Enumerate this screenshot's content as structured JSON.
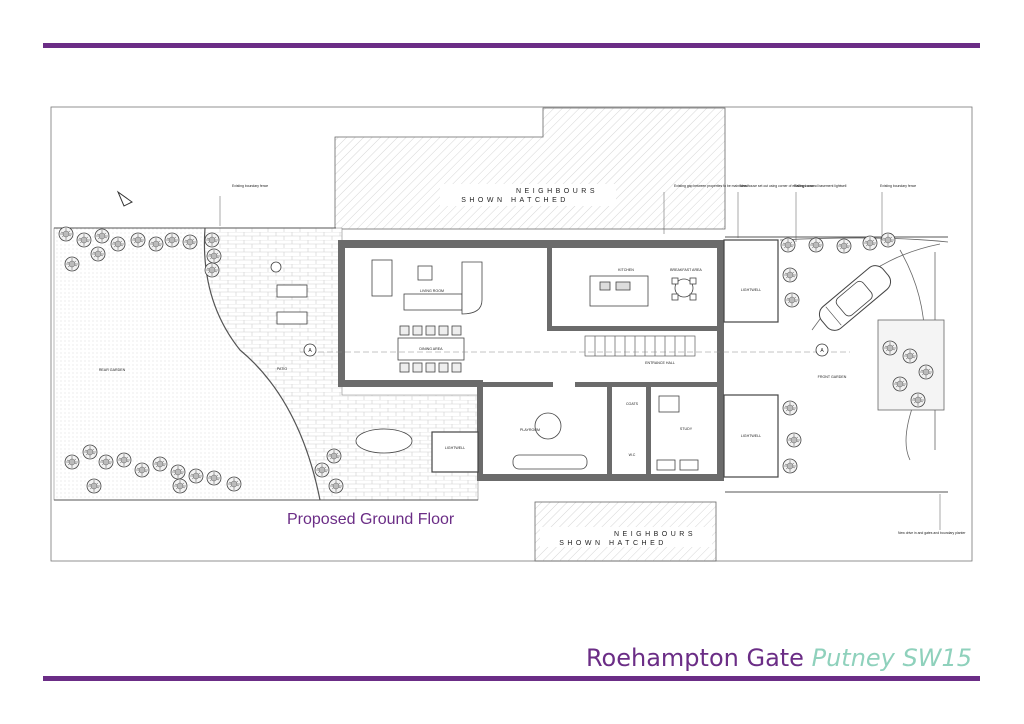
{
  "caption": "Proposed Ground Floor",
  "title": {
    "main": "Roehampton Gate",
    "sub": "Putney SW15"
  },
  "colors": {
    "accent": "#6b2d86",
    "sub_title": "#8fd1bc",
    "title_main": "#6b2d86",
    "wall": "#555555",
    "plan_line": "#333333"
  },
  "neighbours": {
    "top": {
      "line1": "NEIGHBOURS",
      "line2": "SHOWN HATCHED"
    },
    "bottom": {
      "line1": "NEIGHBOURS",
      "line2": "SHOWN HATCHED"
    }
  },
  "rooms": {
    "living": "LIVING ROOM",
    "dining": "DINING AREA",
    "kitchen": "KITCHEN",
    "breakfast": "BREAKFAST AREA",
    "lightwell_1": "LIGHTWELL",
    "lightwell_2": "LIGHTWELL",
    "lightwell_3": "LIGHTWELL",
    "playroom": "PLAYROOM",
    "coats": "COATS",
    "wc": "W.C",
    "study": "STUDY",
    "entrance_hall": "ENTRANCE HALL",
    "rear_garden": "REAR GARDEN",
    "patio": "PATIO",
    "front_garden": "FRONT GARDEN"
  },
  "notes": {
    "boundary_left": "Existing boundary fence",
    "gap": "Existing gap between properties to be maintained",
    "set_out": "New house set out using corner of existing house",
    "railings": "Railings around basement lightwell",
    "boundary_right": "Existing boundary fence",
    "drive": "New drive in and gates and boundary planter"
  },
  "section_marker": "A"
}
